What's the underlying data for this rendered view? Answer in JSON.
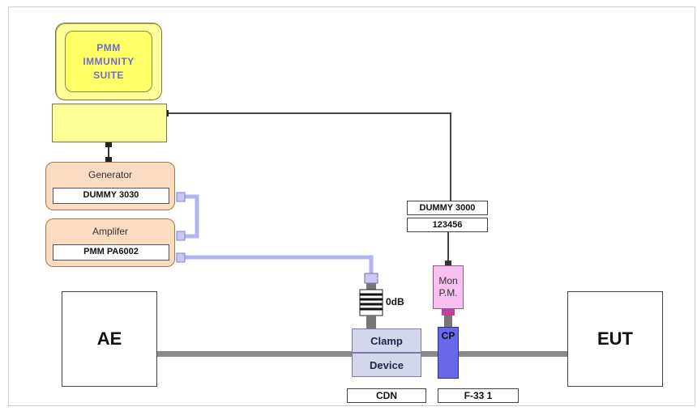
{
  "computer": {
    "line1": "PMM",
    "line2": "IMMUNITY",
    "line3": "SUITE"
  },
  "generator": {
    "title": "Generator",
    "model": "DUMMY 3030"
  },
  "amplifier": {
    "title": "Amplifer",
    "model": "PMM PA6002"
  },
  "power_meter": {
    "model": "DUMMY 3000",
    "serial": "123456",
    "line1": "Mon",
    "line2": "P.M."
  },
  "attenuator": {
    "label": "0dB"
  },
  "clamp": {
    "line1": "Clamp",
    "line2": "Device"
  },
  "coupling": {
    "label": "CP"
  },
  "ae": {
    "label": "AE"
  },
  "eut": {
    "label": "EUT"
  },
  "bottom_labels": {
    "cdn": "CDN",
    "f33": "F-33 1"
  },
  "colors": {
    "computer": "#ffff99",
    "instrument": "#fbdcc0",
    "rf_cable": "#b4b4f0",
    "clamp": "#d4d6ec",
    "power_meter": "#f8c0f0",
    "coupling_probe": "#6868e8",
    "main_line": "#8a8a8a"
  }
}
